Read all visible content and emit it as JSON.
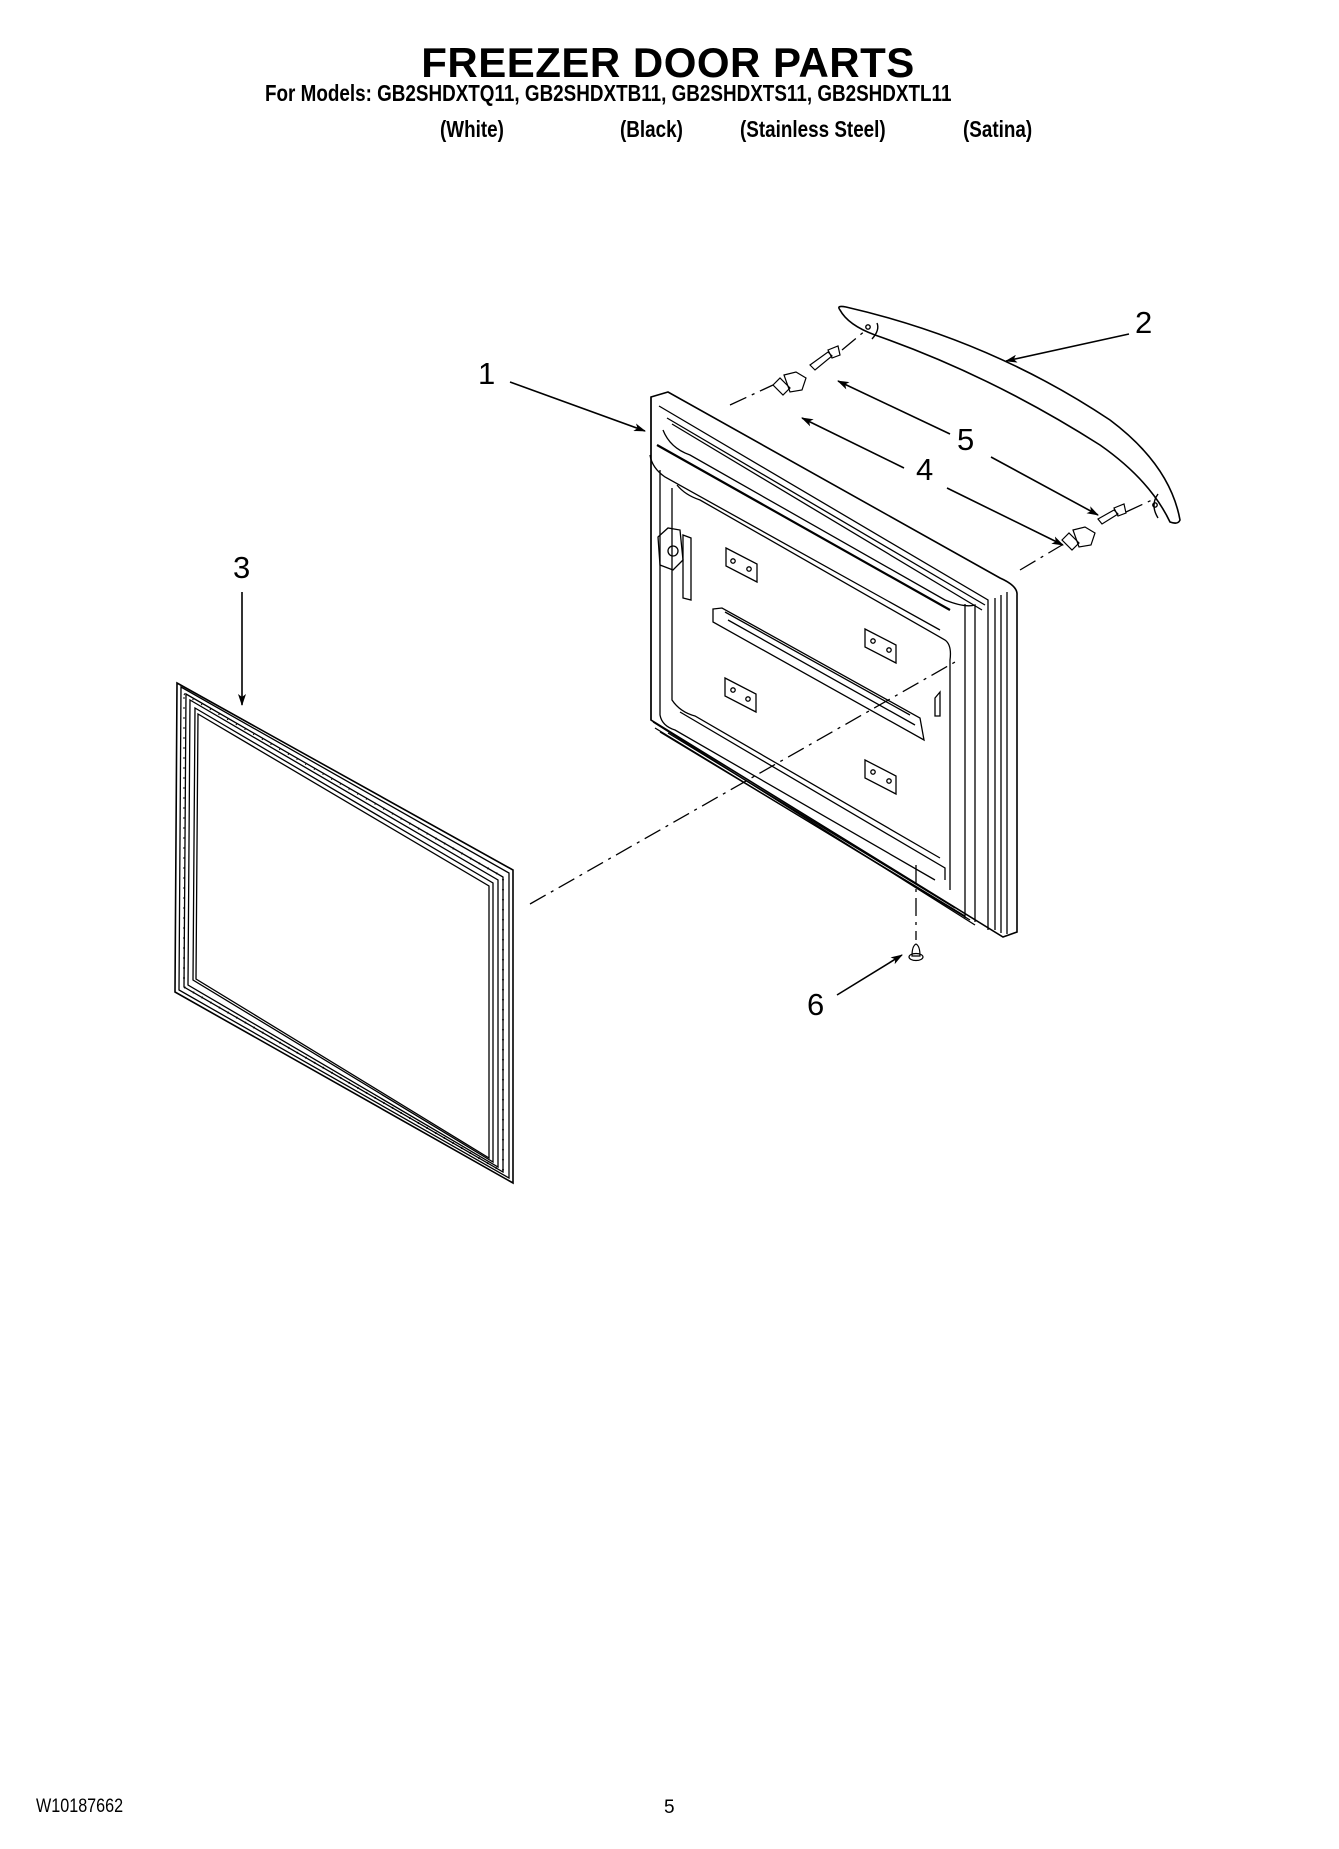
{
  "header": {
    "title": "FREEZER DOOR PARTS",
    "models_line": "For Models: GB2SHDXTQ11, GB2SHDXTB11, GB2SHDXTS11, GB2SHDXTL11",
    "colors": [
      "(White)",
      "(Black)",
      "(Stainless Steel)",
      "(Satina)"
    ]
  },
  "diagram": {
    "callouts": [
      {
        "number": "1",
        "part": "freezer-door"
      },
      {
        "number": "2",
        "part": "door-handle"
      },
      {
        "number": "3",
        "part": "door-gasket"
      },
      {
        "number": "4",
        "part": "handle-mounting-stud"
      },
      {
        "number": "5",
        "part": "handle-screw"
      },
      {
        "number": "6",
        "part": "door-bottom-screw"
      }
    ]
  },
  "footer": {
    "document_number": "W10187662",
    "page_number": "5"
  }
}
